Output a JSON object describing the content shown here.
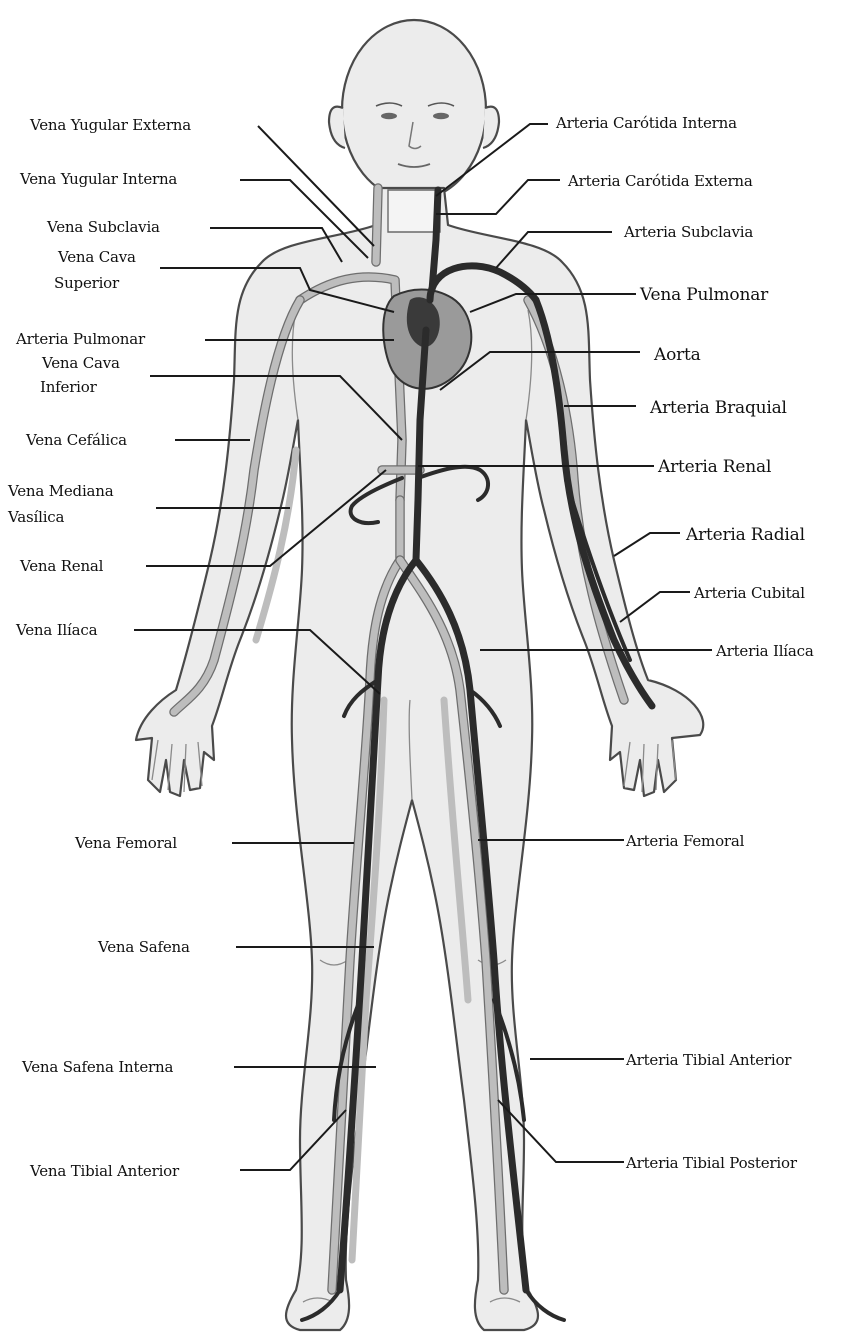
{
  "labels": {
    "left": [
      {
        "key": "vena_yugular_externa",
        "text": "Vena Yugular Externa"
      },
      {
        "key": "vena_yugular_interna",
        "text": "Vena Yugular Interna"
      },
      {
        "key": "vena_subclavia",
        "text": "Vena Subclavia"
      },
      {
        "key": "vena_cava_superior_1",
        "text": "Vena Cava"
      },
      {
        "key": "vena_cava_superior_2",
        "text": "Superior"
      },
      {
        "key": "arteria_pulmonar",
        "text": "Arteria Pulmonar"
      },
      {
        "key": "vena_cava_inferior_1",
        "text": "Vena Cava"
      },
      {
        "key": "vena_cava_inferior_2",
        "text": "Inferior"
      },
      {
        "key": "vena_cefalica",
        "text": "Vena Cefálica"
      },
      {
        "key": "vena_mediana_1",
        "text": "Vena Mediana"
      },
      {
        "key": "vena_mediana_2",
        "text": "Vasílica"
      },
      {
        "key": "vena_renal",
        "text": "Vena Renal"
      },
      {
        "key": "vena_iliaca",
        "text": "Vena Ilíaca"
      },
      {
        "key": "vena_femoral",
        "text": "Vena Femoral"
      },
      {
        "key": "vena_safena",
        "text": "Vena Safena"
      },
      {
        "key": "vena_safena_interna",
        "text": "Vena Safena Interna"
      },
      {
        "key": "vena_tibial_anterior",
        "text": "Vena Tibial Anterior"
      }
    ],
    "right": [
      {
        "key": "arteria_carotida_interna",
        "text": "Arteria Carótida Interna"
      },
      {
        "key": "arteria_carotida_externa",
        "text": "Arteria Carótida Externa"
      },
      {
        "key": "arteria_subclavia",
        "text": "Arteria Subclavia"
      },
      {
        "key": "vena_pulmonar",
        "text": "Vena Pulmonar"
      },
      {
        "key": "aorta",
        "text": "Aorta"
      },
      {
        "key": "arteria_braquial",
        "text": "Arteria Braquial"
      },
      {
        "key": "arteria_renal",
        "text": "Arteria Renal"
      },
      {
        "key": "arteria_radial",
        "text": "Arteria Radial"
      },
      {
        "key": "arteria_cubital",
        "text": "Arteria Cubital"
      },
      {
        "key": "arteria_iliaca",
        "text": "Arteria Ilíaca"
      },
      {
        "key": "arteria_femoral",
        "text": "Arteria Femoral"
      },
      {
        "key": "arteria_tibial_anterior",
        "text": "Arteria Tibial Anterior"
      },
      {
        "key": "arteria_tibial_posterior",
        "text": "Arteria Tibial Posterior"
      }
    ]
  },
  "colors": {
    "background": "#ffffff",
    "skin": "#ececec",
    "outline": "#4a4a4a",
    "veins": "#bdbdbd",
    "arteries": "#2b2b2b",
    "text": "#111111"
  }
}
